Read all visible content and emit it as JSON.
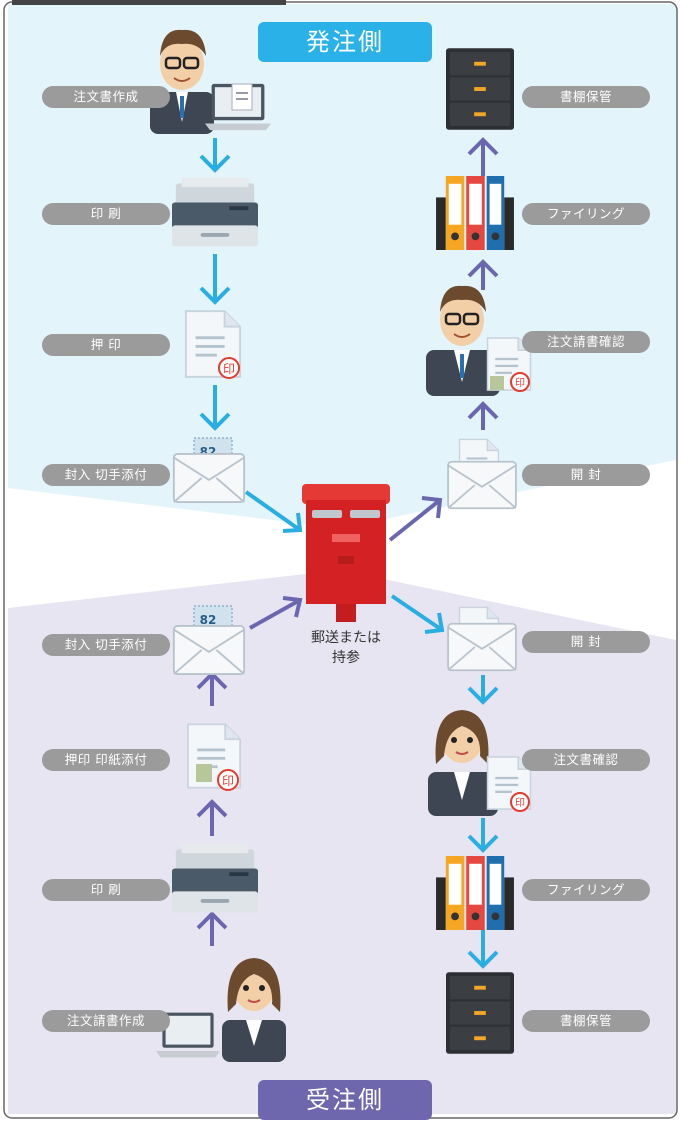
{
  "header": {
    "order_side": "発注側",
    "receive_side": "受注側"
  },
  "orderer": {
    "steps": [
      "注文書作成",
      "印 刷",
      "押 印",
      "封入 切手添付"
    ],
    "return_steps": [
      "開 封",
      "注文請書確認",
      "ファイリング",
      "書棚保管"
    ]
  },
  "receiver": {
    "steps": [
      "注文請書作成",
      "印 刷",
      "押印 印紙添付",
      "封入 切手添付"
    ],
    "incoming_steps": [
      "開 封",
      "注文書確認",
      "ファイリング",
      "書棚保管"
    ]
  },
  "postbox": {
    "label_line1": "郵送または",
    "label_line2": "持参"
  },
  "stamp_number": "82",
  "seal_char": "印",
  "colors": {
    "order_bg": "#e3f4fb",
    "receive_bg": "#e7e5f2",
    "order_banner": "#2ab2e8",
    "receive_banner": "#6e67ae",
    "arrow_blue": "#29aee3",
    "arrow_purple": "#6b66b0",
    "pill": "#9b9b9b",
    "postbox": "#d32124"
  },
  "icons": [
    "businessman-icon",
    "laptop-icon",
    "printer-icon",
    "document-seal-icon",
    "envelope-stamp-icon",
    "envelope-letter-icon",
    "postbox-icon",
    "binders-icon",
    "cabinet-icon",
    "businesswoman-icon"
  ]
}
